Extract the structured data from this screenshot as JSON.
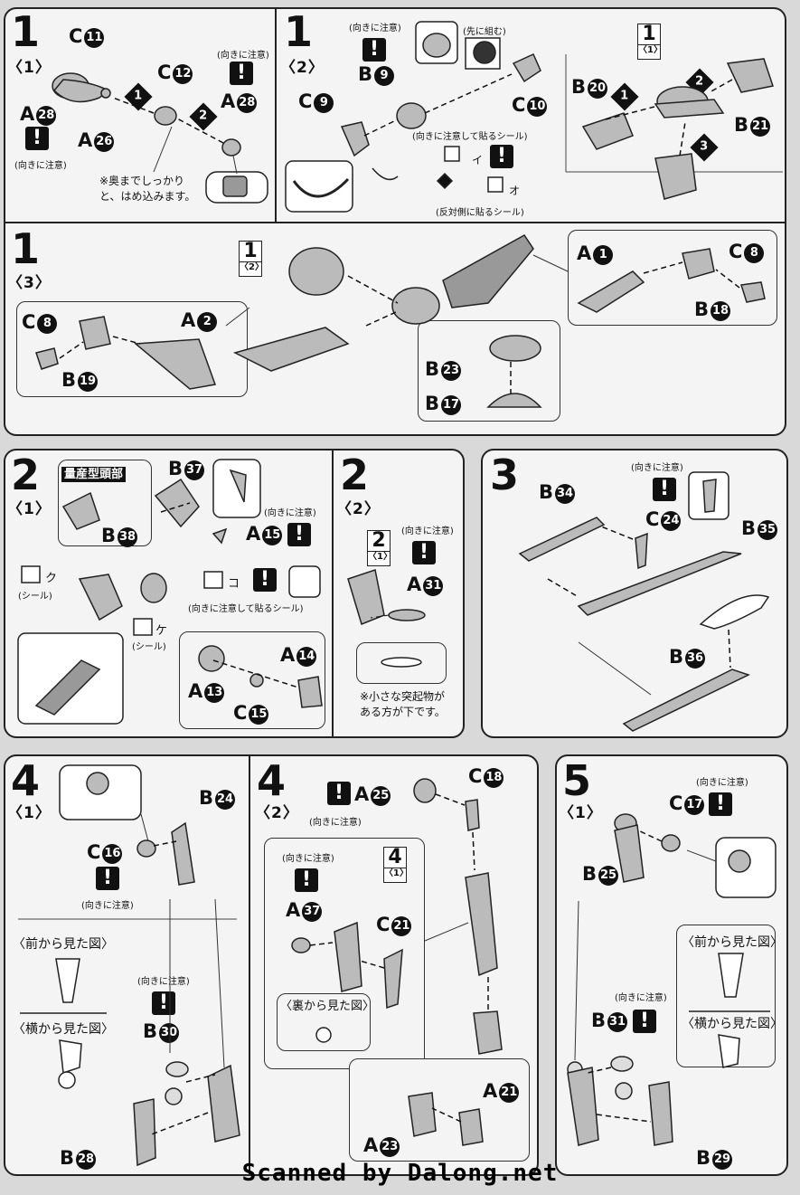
{
  "notes": {
    "caution": "向きに注意",
    "caution_ruby": "(向きに注意)",
    "assemble_first": "(先に組む)",
    "sticker_caution": "(向きに注意して貼るシール)",
    "sticker_reverse": "(反対側に貼るシール)",
    "press_fully": "※奥までしっかりと、はめ込みます。",
    "small_bump": "※小さな突起物がある方が下です。",
    "front_view": "〈前から見た図〉",
    "side_view": "〈横から見た図〉",
    "back_view": "〈裏から見た図〉",
    "mass_head": "量産型頭部",
    "seal": "(シール)",
    "sticker_i": "イ",
    "sticker_o": "オ",
    "sticker_ku": "ク",
    "sticker_ke": "ケ",
    "sticker_ko": "コ"
  },
  "steps": [
    {
      "num": "1",
      "sub": "〈1〉"
    },
    {
      "num": "1",
      "sub": "〈2〉"
    },
    {
      "num": "1",
      "sub": "〈3〉"
    },
    {
      "num": "2",
      "sub": "〈1〉"
    },
    {
      "num": "2",
      "sub": "〈2〉"
    },
    {
      "num": "3",
      "sub": ""
    },
    {
      "num": "4",
      "sub": "〈1〉"
    },
    {
      "num": "4",
      "sub": "〈2〉"
    },
    {
      "num": "5",
      "sub": "〈1〉"
    }
  ],
  "refs": {
    "r1_1": {
      "big": "1",
      "sm": "〈1〉"
    },
    "r1_2": {
      "big": "1",
      "sm": "〈2〉"
    },
    "r2_1": {
      "big": "2",
      "sm": "〈1〉"
    },
    "r4_1": {
      "big": "4",
      "sm": "〈1〉"
    }
  },
  "parts": {
    "s11_c11": {
      "L": "C",
      "n": "11"
    },
    "s11_a28a": {
      "L": "A",
      "n": "28"
    },
    "s11_a26": {
      "L": "A",
      "n": "26"
    },
    "s11_c12": {
      "L": "C",
      "n": "12"
    },
    "s11_a28b": {
      "L": "A",
      "n": "28"
    },
    "s12_b9": {
      "L": "B",
      "n": "9"
    },
    "s12_c9": {
      "L": "C",
      "n": "9"
    },
    "s12_c10": {
      "L": "C",
      "n": "10"
    },
    "s12_b20": {
      "L": "B",
      "n": "20"
    },
    "s12_b21": {
      "L": "B",
      "n": "21"
    },
    "s13_c8a": {
      "L": "C",
      "n": "8"
    },
    "s13_b19": {
      "L": "B",
      "n": "19"
    },
    "s13_a2": {
      "L": "A",
      "n": "2"
    },
    "s13_a1": {
      "L": "A",
      "n": "1"
    },
    "s13_c8b": {
      "L": "C",
      "n": "8"
    },
    "s13_b18": {
      "L": "B",
      "n": "18"
    },
    "s13_b23": {
      "L": "B",
      "n": "23"
    },
    "s13_b17": {
      "L": "B",
      "n": "17"
    },
    "s21_b37": {
      "L": "B",
      "n": "37"
    },
    "s21_b38": {
      "L": "B",
      "n": "38"
    },
    "s21_a15": {
      "L": "A",
      "n": "15"
    },
    "s21_a14": {
      "L": "A",
      "n": "14"
    },
    "s21_a13": {
      "L": "A",
      "n": "13"
    },
    "s21_c15": {
      "L": "C",
      "n": "15"
    },
    "s22_a31": {
      "L": "A",
      "n": "31"
    },
    "s3_b34": {
      "L": "B",
      "n": "34"
    },
    "s3_c24": {
      "L": "C",
      "n": "24"
    },
    "s3_b35": {
      "L": "B",
      "n": "35"
    },
    "s3_b36": {
      "L": "B",
      "n": "36"
    },
    "s41_b24": {
      "L": "B",
      "n": "24"
    },
    "s41_c16": {
      "L": "C",
      "n": "16"
    },
    "s41_b30": {
      "L": "B",
      "n": "30"
    },
    "s41_b28": {
      "L": "B",
      "n": "28"
    },
    "s42_a25": {
      "L": "A",
      "n": "25"
    },
    "s42_c18": {
      "L": "C",
      "n": "18"
    },
    "s42_a37": {
      "L": "A",
      "n": "37"
    },
    "s42_c21": {
      "L": "C",
      "n": "21"
    },
    "s42_a21": {
      "L": "A",
      "n": "21"
    },
    "s42_a23": {
      "L": "A",
      "n": "23"
    },
    "s51_c17": {
      "L": "C",
      "n": "17"
    },
    "s51_b25": {
      "L": "B",
      "n": "25"
    },
    "s51_b31": {
      "L": "B",
      "n": "31"
    },
    "s51_b29": {
      "L": "B",
      "n": "29"
    }
  },
  "seq": [
    "1",
    "2",
    "3"
  ],
  "footer": "Scanned by Dalong.net"
}
